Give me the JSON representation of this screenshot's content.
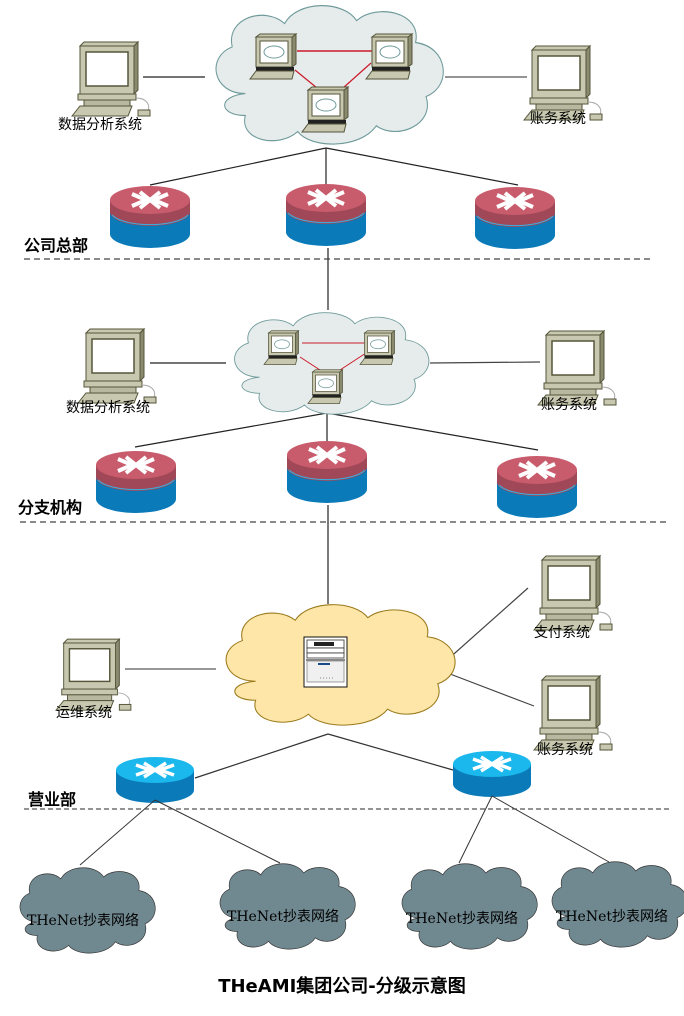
{
  "title": "THeAMI集团公司-分级示意图",
  "colors": {
    "hq_cloud_fill": "#e6ecec",
    "hq_cloud_stroke": "#6f9a9a",
    "biz_cloud_fill": "#fde6a8",
    "biz_cloud_stroke": "#9a7a1a",
    "thenet_cloud_fill": "#708890",
    "router_red_top": "#c85c6c",
    "router_red_side": "#a04858",
    "router_blue_body": "#0a7ab8",
    "router_cyan_top": "#1ab8ec",
    "link_red": "#cc1a2a",
    "line": "#333333"
  },
  "sections": [
    {
      "name": "公司总部",
      "cloud_nodes": 3,
      "left_pc": "数据分析系统",
      "right_pc": "账务系统",
      "routers": 3
    },
    {
      "name": "分支机构",
      "cloud_nodes": 3,
      "left_pc": "数据分析系统",
      "right_pc": "账务系统",
      "routers": 3
    },
    {
      "name": "营业部",
      "server": "server",
      "left_pc": "运维系统",
      "right_pcs": [
        "支付系统",
        "账务系统"
      ],
      "routers": 2,
      "networks": [
        "THeNet抄表网络",
        "THeNet抄表网络",
        "THeNet抄表网络",
        "THeNet抄表网络"
      ]
    }
  ]
}
